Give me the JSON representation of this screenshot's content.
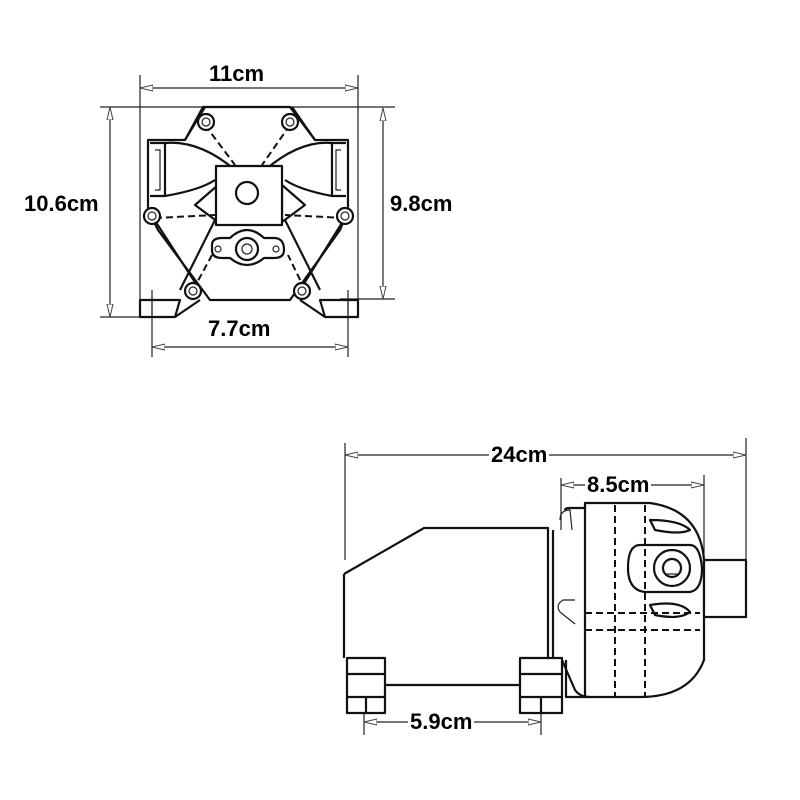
{
  "front_view": {
    "width_label": "11cm",
    "height_left_label": "10.6cm",
    "height_right_label": "9.8cm",
    "base_mount_label": "7.7cm"
  },
  "side_view": {
    "length_label": "24cm",
    "pump_head_label": "8.5cm",
    "foot_spacing_label": "5.9cm"
  }
}
